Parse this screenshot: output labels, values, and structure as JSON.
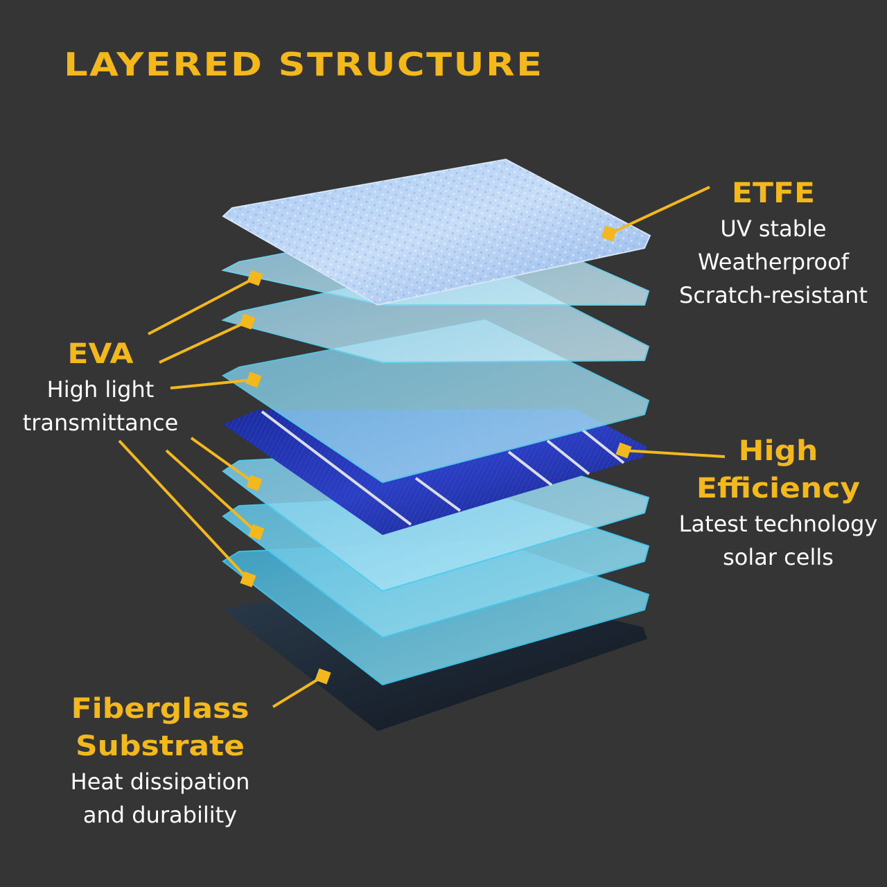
{
  "title": "LAYERED STRUCTURE",
  "colors": {
    "background": "#353535",
    "accent": "#F2B81C",
    "text": "#FFFFFF",
    "cell_blue": "#1E2FA8",
    "film_cyan": "#7FD3EC",
    "substrate": "#1C2230"
  },
  "labels": {
    "etfe": {
      "heading": "ETFE",
      "lines": [
        "UV stable",
        "Weatherproof",
        "Scratch-resistant"
      ]
    },
    "eva": {
      "heading": "EVA",
      "lines": [
        "High light",
        "transmittance"
      ]
    },
    "efficiency": {
      "heading_lines": [
        "High",
        "Efficiency"
      ],
      "lines": [
        "Latest technology",
        "solar cells"
      ]
    },
    "fiberglass": {
      "heading_lines": [
        "Fiberglass",
        "Substrate"
      ],
      "lines": [
        "Heat dissipation",
        "and durability"
      ]
    }
  },
  "layers": [
    "ETFE",
    "EVA",
    "EVA",
    "EVA",
    "Solar cell",
    "EVA",
    "EVA",
    "EVA",
    "Fiberglass substrate"
  ]
}
